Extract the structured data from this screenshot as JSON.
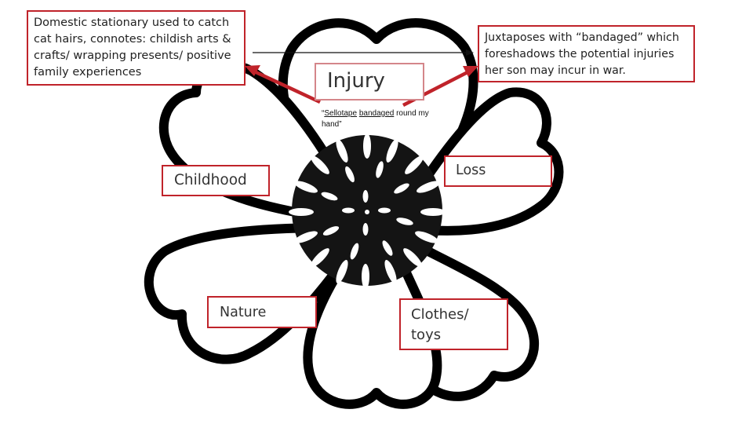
{
  "notes": {
    "left": "Domestic stationary used to catch cat hairs, connotes: childish arts & crafts/ wrapping presents/ positive family experiences",
    "right": "Juxtaposes with “bandaged” which foreshadows the potential injuries her son may incur in war."
  },
  "labels": {
    "injury": "Injury",
    "childhood": "Childhood",
    "loss": "Loss",
    "nature": "Nature",
    "clothes_line1": "Clothes/",
    "clothes_line2": "toys"
  },
  "quote": {
    "open": "“",
    "word1": "Sellotape",
    "word2": "bandaged",
    "rest": " round my hand”"
  },
  "colors": {
    "accent": "#c0232a",
    "outline": "#000000"
  }
}
